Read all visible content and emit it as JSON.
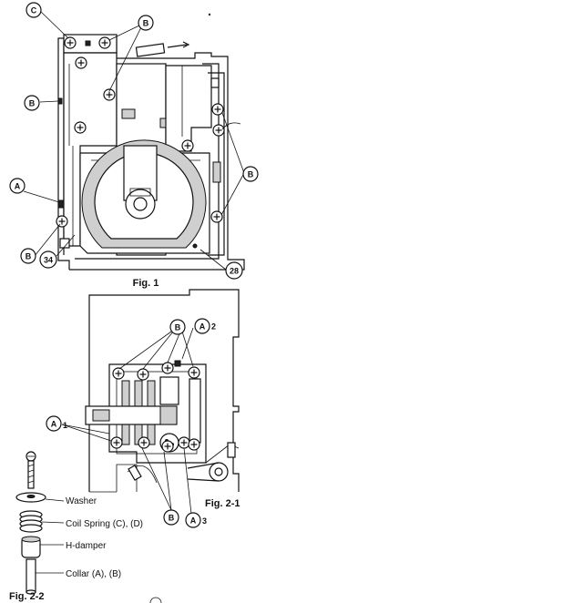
{
  "figures": {
    "fig1": "Fig. 1",
    "fig2_1": "Fig. 2-1",
    "fig2_2": "Fig. 2-2"
  },
  "callouts": {
    "a": "A",
    "b": "B",
    "c": "C",
    "num_34": "34",
    "num_28": "28",
    "sub_1": "1",
    "sub_2": "2",
    "sub_3": "3"
  },
  "parts": {
    "washer": "Washer",
    "coil_spring": "Coil Spring (C), (D)",
    "h_damper": "H-damper",
    "collar": "Collar (A), (B)"
  },
  "colors": {
    "ink": "#111111",
    "paper": "#ffffff",
    "shade": "#cfcfcf"
  }
}
